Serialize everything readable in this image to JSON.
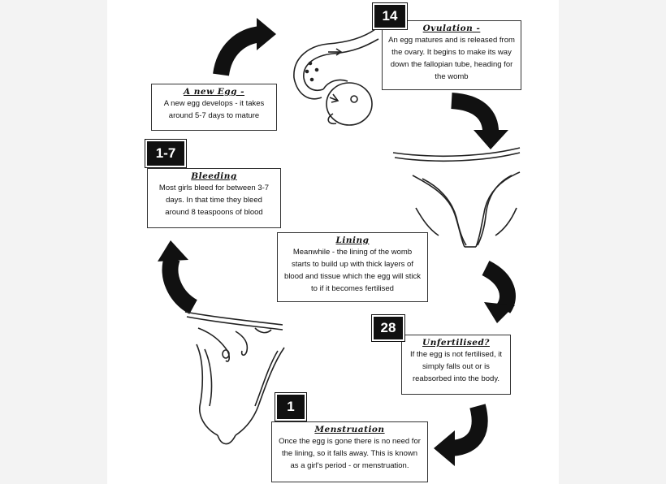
{
  "stages": {
    "ovulation": {
      "number": "14",
      "title": "Ovulation -",
      "body": "An egg matures and is released from the ovary. It begins to make its way down the fallopian tube, heading for the womb"
    },
    "new_egg": {
      "title": "A new Egg -",
      "body": "A new egg develops - it takes around 5-7 days to mature"
    },
    "bleeding": {
      "number": "1-7",
      "title": "Bleeding",
      "body": "Most girls bleed for between 3-7 days. In that time they bleed around 8 teaspoons of blood"
    },
    "lining": {
      "title": "Lining",
      "body": "Meanwhile - the lining of the womb starts to build up with thick layers of blood and tissue which the egg will stick to if it becomes fertilised"
    },
    "unfertilised": {
      "number": "28",
      "title": "Unfertilised?",
      "body": "If the egg is not fertilised, it simply falls out or is reabsorbed into the body."
    },
    "menstruation": {
      "number": "1",
      "title": "Menstruation",
      "body": "Once the egg is gone there is no need for the lining, so it falls away. This is known as a girl's period - or menstruation."
    }
  },
  "icons": [
    "cycle-arrow-icon",
    "ovary-drawing",
    "uterus-drawing"
  ],
  "colors": {
    "ink": "#111111",
    "paper": "#ffffff",
    "margin": "#f3f3f3"
  }
}
